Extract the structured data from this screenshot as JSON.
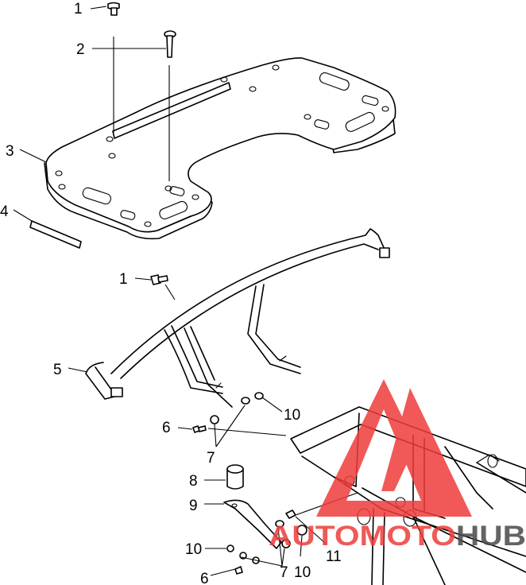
{
  "callouts": [
    {
      "id": "c1-top",
      "text": "1"
    },
    {
      "id": "c2",
      "text": "2"
    },
    {
      "id": "c3",
      "text": "3"
    },
    {
      "id": "c4",
      "text": "4"
    },
    {
      "id": "c1-mid",
      "text": "1"
    },
    {
      "id": "c5",
      "text": "5"
    },
    {
      "id": "c6-mid",
      "text": "6"
    },
    {
      "id": "c7-mid",
      "text": "7"
    },
    {
      "id": "c10-mid",
      "text": "10"
    },
    {
      "id": "c8",
      "text": "8"
    },
    {
      "id": "c9",
      "text": "9"
    },
    {
      "id": "c10-left",
      "text": "10"
    },
    {
      "id": "c6-bottom",
      "text": "6"
    },
    {
      "id": "c7-bottom",
      "text": "7"
    },
    {
      "id": "c10-bottom",
      "text": "10"
    },
    {
      "id": "c11",
      "text": "11"
    }
  ],
  "watermark": {
    "part1": "AUTO",
    "part2": "MOTO",
    "part3": "HUB",
    "accent_color": "#ee3d3a",
    "dark_color": "#4a4a4a"
  }
}
